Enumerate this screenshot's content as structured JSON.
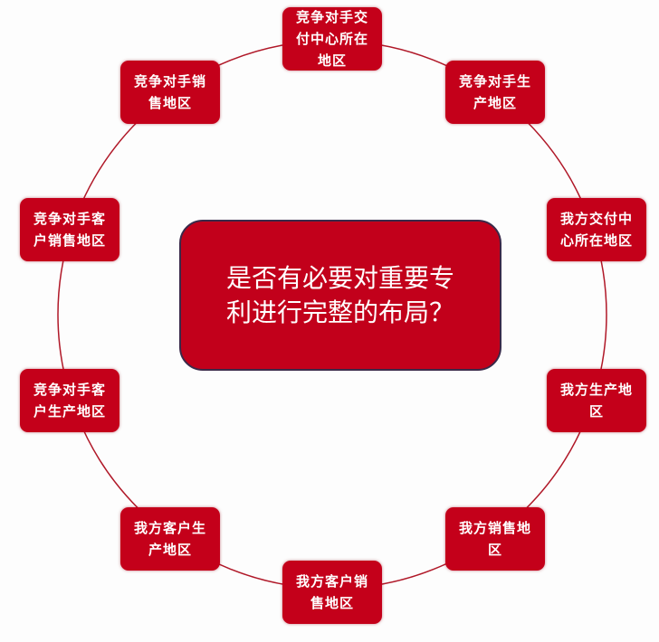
{
  "center": {
    "text": "是否有必要对重要专利进行完整的布局？"
  },
  "nodes": [
    {
      "label": "竞争对手交付中心所在地区"
    },
    {
      "label": "竞争对手生产地区"
    },
    {
      "label": "我方交付中心所在地区"
    },
    {
      "label": "我方生产地区"
    },
    {
      "label": "我方销售地区"
    },
    {
      "label": "我方客户销售地区"
    },
    {
      "label": "我方客户生产地区"
    },
    {
      "label": "竞争对手客户生产地区"
    },
    {
      "label": "竞争对手客户销售地区"
    },
    {
      "label": "竞争对手销售地区"
    }
  ],
  "colors": {
    "node": "#c4001a",
    "ring": "#b01828",
    "center_border": "#3a2a4a"
  }
}
